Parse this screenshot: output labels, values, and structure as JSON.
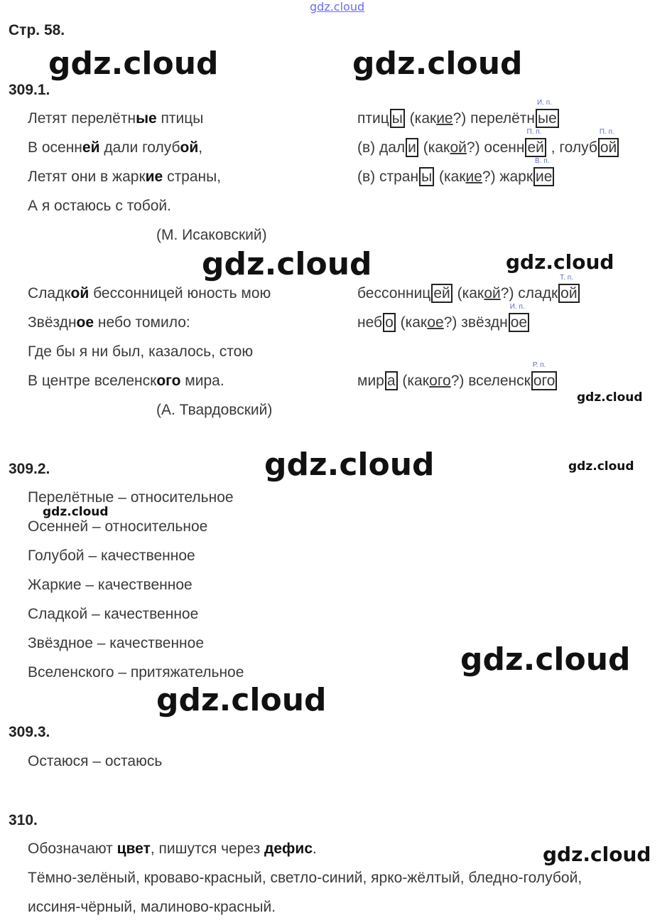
{
  "page_title": "Стр. 58.",
  "watermark": "gdz.cloud",
  "sections": {
    "s1": {
      "heading": "309.1.",
      "left": [
        [
          {
            "t": "Летят перелётн"
          },
          {
            "t": "ые",
            "b": 1
          },
          {
            "t": " птицы"
          }
        ],
        [
          {
            "t": "В осенн"
          },
          {
            "t": "ей",
            "b": 1
          },
          {
            "t": " дали голуб"
          },
          {
            "t": "ой",
            "b": 1
          },
          {
            "t": ","
          }
        ],
        [
          {
            "t": "Летят они в жарк"
          },
          {
            "t": "ие",
            "b": 1
          },
          {
            "t": " страны,"
          }
        ],
        [
          {
            "t": "А я остаюсь с тобой."
          }
        ],
        [
          {
            "t": "        (М. Исаковский)"
          }
        ],
        [
          {
            "t": "Сладк"
          },
          {
            "t": "ой",
            "b": 1
          },
          {
            "t": " бессонницей юность мою"
          }
        ],
        [
          {
            "t": "Звёздн"
          },
          {
            "t": "ое",
            "b": 1
          },
          {
            "t": " небо томило:"
          }
        ],
        [
          {
            "t": "Где бы я ни был, казалось, стою"
          }
        ],
        [
          {
            "t": "В центре вселенск"
          },
          {
            "t": "ого",
            "b": 1
          },
          {
            "t": " мира."
          }
        ],
        [
          {
            "t": "        (А. Твардовский)"
          }
        ]
      ],
      "right": [
        [
          {
            "t": "птиц"
          },
          {
            "t": "ы",
            "k": "box"
          },
          {
            "t": " (как"
          },
          {
            "t": "ие",
            "k": "u"
          },
          {
            "t": "?) перелётн"
          },
          {
            "t": "ые",
            "k": "box",
            "l": "И. п."
          }
        ],
        [
          {
            "t": "(в) дал"
          },
          {
            "t": "и",
            "k": "box"
          },
          {
            "t": " (как"
          },
          {
            "t": "ой",
            "k": "u"
          },
          {
            "t": "?) осенн"
          },
          {
            "t": "ей",
            "k": "box",
            "l": "П. п."
          },
          {
            "t": " , голуб"
          },
          {
            "t": "ой",
            "k": "box",
            "l": "П. п."
          }
        ],
        [
          {
            "t": "(в) стран"
          },
          {
            "t": "ы",
            "k": "box"
          },
          {
            "t": " (как"
          },
          {
            "t": "ие",
            "k": "u"
          },
          {
            "t": "?) жарк"
          },
          {
            "t": "ие",
            "k": "box",
            "l": "В. п."
          }
        ],
        null,
        null,
        [
          {
            "t": "бессонниц"
          },
          {
            "t": "ей",
            "k": "box"
          },
          {
            "t": " (как"
          },
          {
            "t": "ой",
            "k": "u"
          },
          {
            "t": "?) сладк"
          },
          {
            "t": "ой",
            "k": "box",
            "l": "Т. п."
          }
        ],
        [
          {
            "t": "неб"
          },
          {
            "t": "о",
            "k": "box"
          },
          {
            "t": " (как"
          },
          {
            "t": "ое",
            "k": "u"
          },
          {
            "t": "?) звёздн"
          },
          {
            "t": "ое",
            "k": "box",
            "l": "И. п."
          }
        ],
        null,
        [
          {
            "t": "мир"
          },
          {
            "t": "а",
            "k": "box"
          },
          {
            "t": " (как"
          },
          {
            "t": "ого",
            "k": "u"
          },
          {
            "t": "?) вселенск"
          },
          {
            "t": "ого",
            "k": "box",
            "l": "Р. п."
          }
        ],
        null
      ]
    },
    "s2": {
      "heading": "309.2.",
      "lines": [
        [
          {
            "t": "Перелётные – относительное"
          }
        ],
        [
          {
            "t": "Осенней – относительное"
          }
        ],
        [
          {
            "t": "Голубой – качественное"
          }
        ],
        [
          {
            "t": "Жаркие – качественное"
          }
        ],
        [
          {
            "t": "Сладкой – качественное"
          }
        ],
        [
          {
            "t": "Звёздное – качественное"
          }
        ],
        [
          {
            "t": "Вселенского – притяжательное"
          }
        ]
      ]
    },
    "s3": {
      "heading": "309.3.",
      "lines": [
        [
          {
            "t": "Остаюся – остаюсь"
          }
        ]
      ]
    },
    "s4": {
      "heading": "310.",
      "lines": [
        [
          {
            "t": "Обозначают "
          },
          {
            "t": "цвет",
            "b": 1
          },
          {
            "t": ", пишутся через "
          },
          {
            "t": "дефис",
            "b": 1
          },
          {
            "t": "."
          }
        ],
        [
          {
            "t": "Тёмно-зелёный, кроваво-красный, светло-синий, ярко-жёлтый, бледно-голубой,"
          }
        ],
        [
          {
            "t": "иссиня-чёрный, малиново-красный."
          }
        ]
      ]
    }
  }
}
